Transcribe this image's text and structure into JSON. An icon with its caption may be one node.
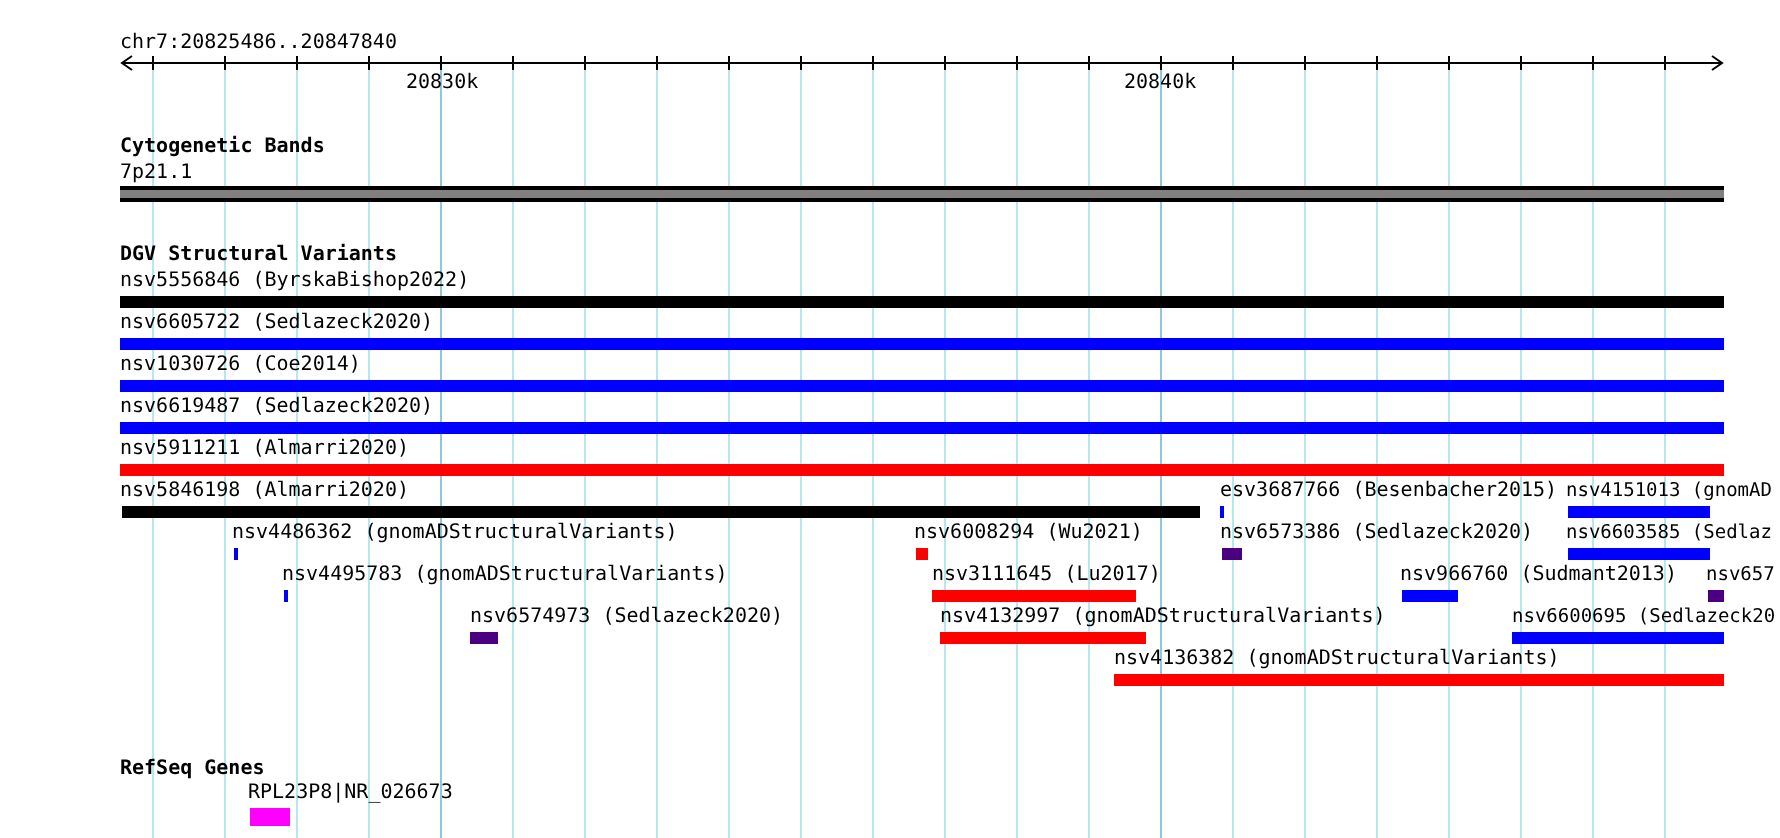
{
  "diagram": {
    "nodes": [
      {
        "text": [
          "7p21.1"
        ]
      },
      {
        "text": [
          "nsv5556846 (ByrskaBishop2022)"
        ]
      },
      {
        "text": [
          "nsv6605722 (Sedlazeck2020)"
        ]
      },
      {
        "text": [
          "nsv1030726 (Coe2014)"
        ]
      },
      {
        "text": [
          "nsv6619487 (Sedlazeck2020)"
        ]
      },
      {
        "text": [
          "nsv5911211 (Almarri2020)"
        ]
      },
      {
        "text": [
          "nsv5846198 (Almarri2020)"
        ]
      },
      {
        "text": [
          "esv3687766 (Besenbacher2015)"
        ]
      },
      {
        "text": [
          "nsv4151013 (gnomAD"
        ]
      },
      {
        "text": [
          "nsv4486362 (gnomADStructuralVariants)"
        ]
      },
      {
        "text": [
          "nsv6008294 (Wu2021)"
        ]
      },
      {
        "text": [
          "nsv6573386 (Sedlazeck2020)"
        ]
      },
      {
        "text": [
          "nsv6603585 (Sedlaz"
        ]
      },
      {
        "text": [
          "nsv4495783 (gnomADStructuralVariants)"
        ]
      },
      {
        "text": [
          "nsv3111645 (Lu2017)"
        ]
      },
      {
        "text": [
          "nsv966760 (Sudmant2013)"
        ]
      },
      {
        "text": [
          "nsv657"
        ]
      },
      {
        "text": [
          "nsv6574973 (Sedlazeck2020)"
        ]
      },
      {
        "text": [
          "nsv4132997 (gnomADStructuralVariants)"
        ]
      },
      {
        "text": [
          "nsv6600695 (Sedlazeck20"
        ]
      },
      {
        "text": [
          "nsv4136382 (gnomADStructuralVariants)"
        ]
      },
      {
        "text": [
          "RPL23P8|NR_026673"
        ]
      }
    ],
    "labels": [
      "chr7:20825486..20847840",
      "20830k",
      "20840k",
      "Cytogenetic Bands",
      "DGV Structural Variants",
      "RefSeq Genes"
    ]
  }
}
